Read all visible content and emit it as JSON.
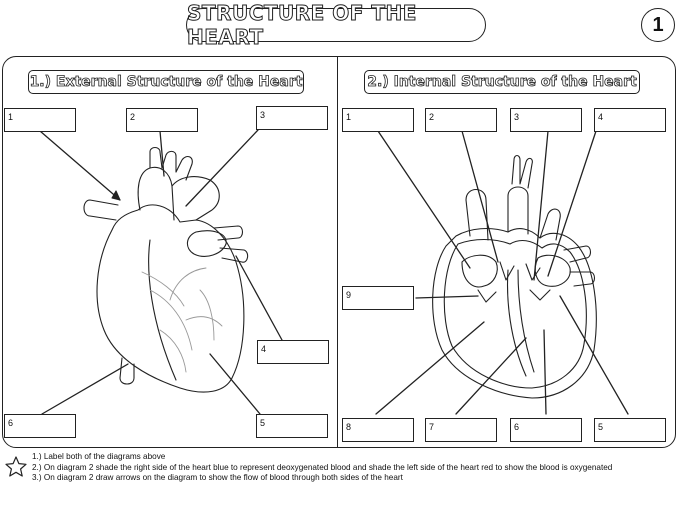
{
  "header": {
    "title": "STRUCTURE OF THE HEART",
    "page_number": "1"
  },
  "left_panel": {
    "title": "1.) External Structure of the Heart",
    "labels": [
      "1",
      "2",
      "3",
      "4",
      "5",
      "6"
    ]
  },
  "right_panel": {
    "title": "2.) Internal Structure of the Heart",
    "labels": [
      "1",
      "2",
      "3",
      "4",
      "9",
      "8",
      "7",
      "6",
      "5"
    ]
  },
  "instructions": [
    "1.) Label both of the diagrams above",
    "2.) On diagram 2 shade the right side of the heart blue to represent deoxygenated blood and shade the left side of the heart red to show the blood is oxygenated",
    "3.) On diagram 2 draw arrows on the diagram to show the flow of blood through both sides of the heart"
  ],
  "icons": {
    "star": "star-icon"
  }
}
